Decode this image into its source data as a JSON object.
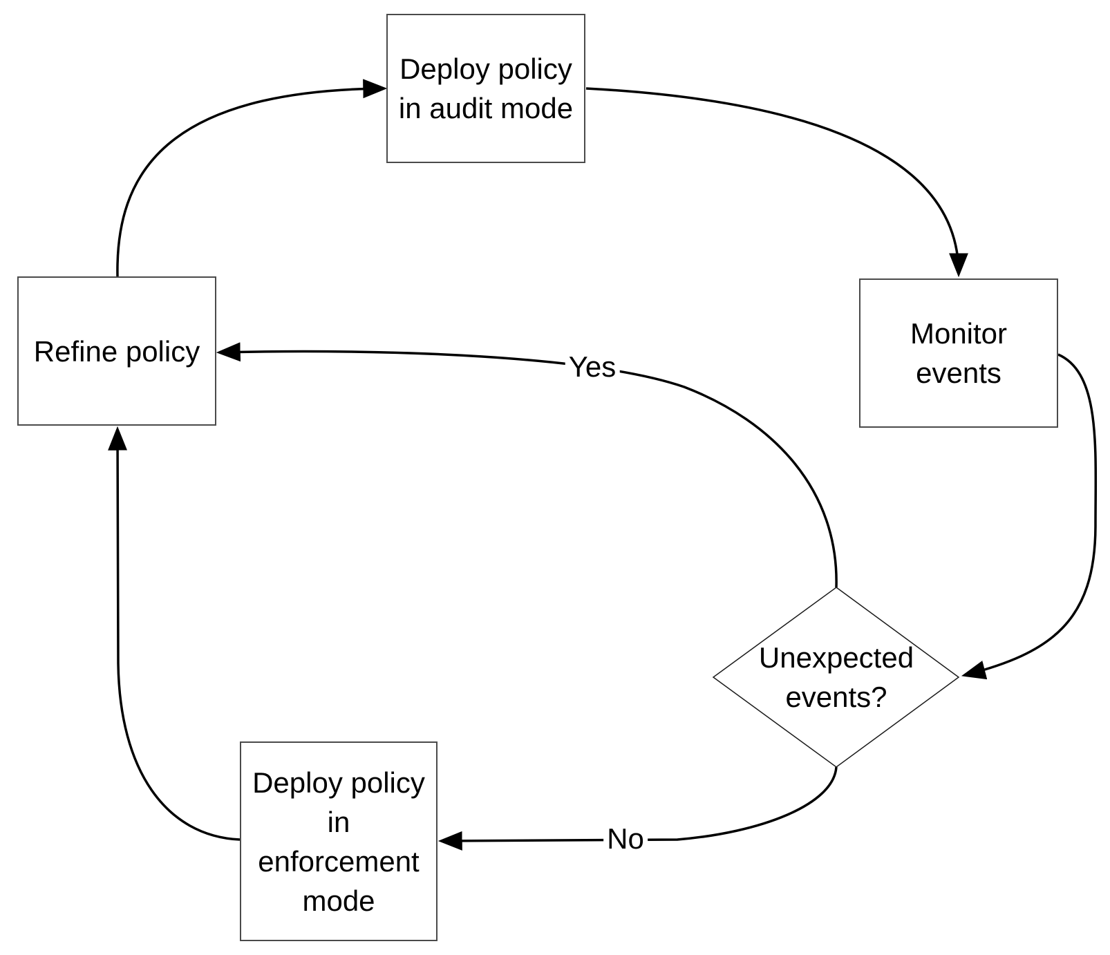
{
  "diagram": {
    "type": "flowchart",
    "nodes": {
      "audit": {
        "shape": "rect",
        "lines": [
          "Deploy policy",
          "in audit mode"
        ],
        "label": "Deploy policy in audit mode"
      },
      "monitor": {
        "shape": "rect",
        "lines": [
          "Monitor",
          "events"
        ],
        "label": "Monitor events"
      },
      "decision": {
        "shape": "diamond",
        "lines": [
          "Unexpected",
          "events?"
        ],
        "label": "Unexpected events?"
      },
      "enforcement": {
        "shape": "rect",
        "lines": [
          "Deploy policy",
          "in",
          "enforcement",
          "mode"
        ],
        "label": "Deploy policy in enforcement mode"
      },
      "refine": {
        "shape": "rect",
        "lines": [
          "Refine policy"
        ],
        "label": "Refine policy"
      }
    },
    "edges": [
      {
        "from": "refine",
        "to": "audit",
        "label": ""
      },
      {
        "from": "audit",
        "to": "monitor",
        "label": ""
      },
      {
        "from": "monitor",
        "to": "decision",
        "label": ""
      },
      {
        "from": "decision",
        "to": "refine",
        "label": "Yes"
      },
      {
        "from": "decision",
        "to": "enforcement",
        "label": "No"
      },
      {
        "from": "enforcement",
        "to": "refine",
        "label": ""
      }
    ],
    "colors": {
      "background": "#ffffff",
      "edge_stroke": "#000000",
      "box_border": "#4a4a4a",
      "diamond_border": "#1a1a1a",
      "text": "#000000"
    }
  }
}
